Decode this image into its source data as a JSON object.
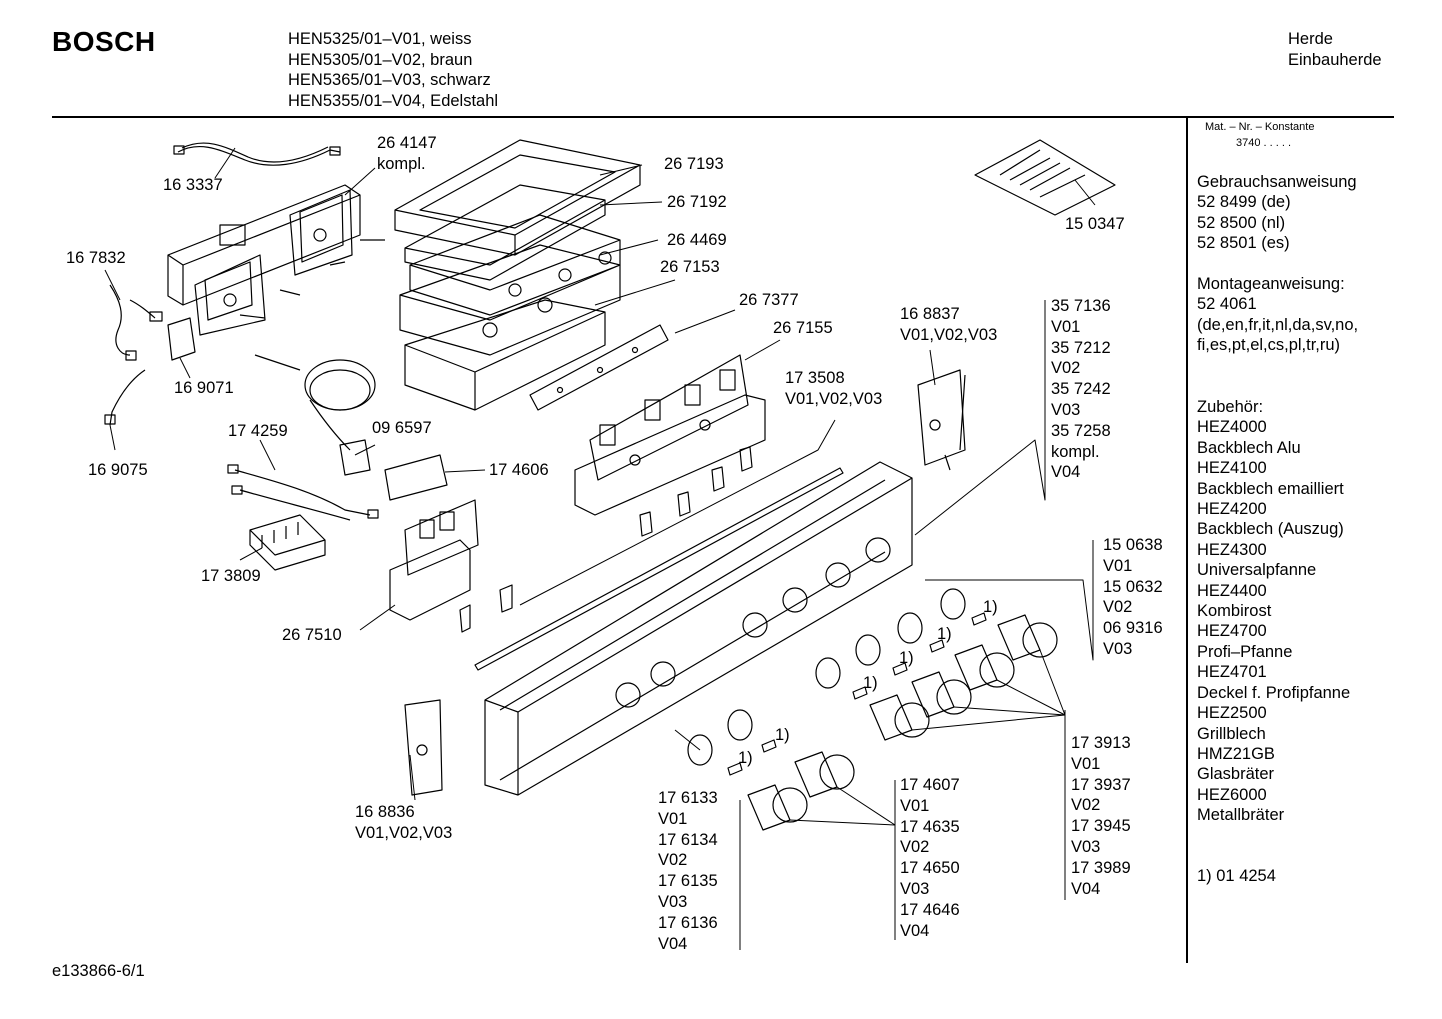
{
  "header": {
    "brand": "BOSCH",
    "models": [
      "HEN5325/01–V01, weiss",
      "HEN5305/01–V02, braun",
      "HEN5365/01–V03, schwarz",
      "HEN5355/01–V04, Edelstahl"
    ],
    "category": [
      "Herde",
      "Einbauherde"
    ]
  },
  "sidebar": {
    "mat_line": "Mat. – Nr. – Konstante",
    "mat_value": "3740  .  .  .  .  .",
    "manual_title": "Gebrauchsanweisung",
    "manual_items": [
      "52 8499 (de)",
      "52 8500 (nl)",
      "52 8501 (es)"
    ],
    "assembly_title": "Montageanweisung:",
    "assembly_items": [
      "52 4061",
      "(de,en,fr,it,nl,da,sv,no,",
      "fi,es,pt,el,cs,pl,tr,ru)"
    ],
    "accessories_title": "Zubehör:",
    "accessories": [
      "HEZ4000",
      "Backblech Alu",
      "HEZ4100",
      "Backblech emailliert",
      "HEZ4200",
      "Backblech (Auszug)",
      "HEZ4300",
      "Universalpfanne",
      "HEZ4400",
      "Kombirost",
      "HEZ4700",
      "Profi–Pfanne",
      "HEZ4701",
      "Deckel f. Profipfanne",
      "HEZ2500",
      "Grillblech",
      "HMZ21GB",
      "Glasbräter",
      "HEZ6000",
      "Metallbräter"
    ],
    "footnote": "1) 01 4254"
  },
  "parts": {
    "p163337": "16 3337",
    "p264147": [
      "26 4147",
      "kompl."
    ],
    "p267193": "26 7193",
    "p267192": "26 7192",
    "p264469": "26 4469",
    "p267153": "26 7153",
    "p267377": "26 7377",
    "p267155": "26 7155",
    "p150347": "15 0347",
    "p167832": "16 7832",
    "p169071": "16 9071",
    "p169075": "16 9075",
    "p174259": "17 4259",
    "p096597": "09 6597",
    "p174606": "17 4606",
    "p173809": "17 3809",
    "p267510": "26 7510",
    "p168837": [
      "16 8837",
      "V01,V02,V03"
    ],
    "p357136": [
      "35 7136",
      "V01",
      "35 7212",
      "V02",
      "35 7242",
      "V03",
      "35 7258",
      "kompl.",
      "V04"
    ],
    "p173508": [
      "17 3508",
      "V01,V02,V03"
    ],
    "p150638": [
      "15 0638",
      "V01",
      "15 0632",
      "V02",
      "06 9316",
      "V03"
    ],
    "p173913": [
      "17 3913",
      "V01",
      "17 3937",
      "V02",
      "17 3945",
      "V03",
      "17 3989",
      "V04"
    ],
    "p174607": [
      "17 4607",
      "V01",
      "17 4635",
      "V02",
      "17 4650",
      "V03",
      "17 4646",
      "V04"
    ],
    "p176133": [
      "17 6133",
      "V01",
      "17 6134",
      "V02",
      "17 6135",
      "V03",
      "17 6136",
      "V04"
    ],
    "p168836": [
      "16 8836",
      "V01,V02,V03"
    ],
    "footnote_marker": "1)"
  },
  "footer": {
    "doc_id": "e133866-6/1"
  }
}
